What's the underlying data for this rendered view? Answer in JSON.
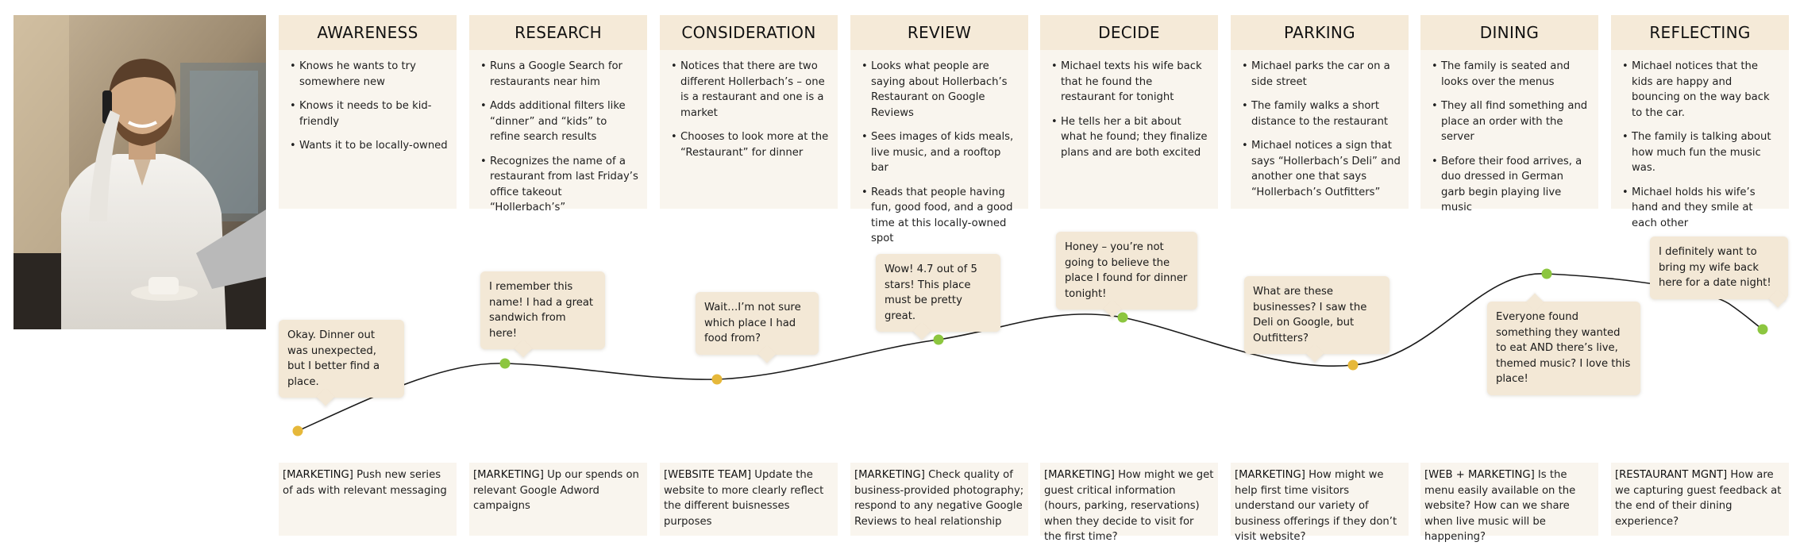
{
  "stages": [
    {
      "title": "AWARENESS",
      "points": [
        "Knows he wants to try somewhere new",
        "Knows it needs to be kid-friendly",
        "Wants it to be locally-owned"
      ]
    },
    {
      "title": "RESEARCH",
      "points": [
        " Runs a Google Search for restaurants near him",
        "Adds additional filters like “dinner” and “kids” to refine search results",
        "Recognizes the name of a restaurant from last Friday’s office takeout “Hollerbach’s”"
      ]
    },
    {
      "title": "CONSIDERATION",
      "points": [
        "Notices that there are two different Hollerbach’s – one is a restaurant and one is a market",
        "Chooses to look more at the “Restaurant” for dinner"
      ]
    },
    {
      "title": "REVIEW",
      "points": [
        "Looks what people are saying about Hollerbach’s Restaurant on Google Reviews",
        "Sees images of kids meals, live music, and a rooftop bar",
        "Reads that people having fun, good food, and a good time at this locally-owned spot"
      ]
    },
    {
      "title": "DECIDE",
      "points": [
        "Michael texts his wife back that he found the restaurant for tonight",
        "He tells her a bit about what he found; they finalize plans and are both excited"
      ]
    },
    {
      "title": "PARKING",
      "points": [
        "Michael parks the car on a side street",
        "The family walks a short distance to the restaurant",
        "Michael notices a sign that says “Hollerbach’s Deli” and another one that says “Hollerbach’s Outfitters”"
      ]
    },
    {
      "title": "DINING",
      "points": [
        "The family is seated and looks over the menus",
        "They all find something and place an order with the server",
        "Before their food arrives, a duo dressed in German garb begin playing live music"
      ]
    },
    {
      "title": "REFLECTING",
      "points": [
        "Michael notices that the kids are happy and bouncing on the way back to the car.",
        "The family is talking about how much fun the music was.",
        "Michael holds his wife’s hand and they smile at each other"
      ]
    }
  ],
  "thoughts": [
    "Okay. Dinner out was unexpected, but I better find a place.",
    "I remember this name! I had a great sandwich from here!",
    "Wait…I’m not sure which place I had food from?",
    "Wow! 4.7 out of 5 stars! This place must be pretty great.",
    "Honey – you’re not going to believe the place I found for dinner tonight!",
    "What are these businesses? I saw the Deli on Google, but Outfitters?",
    "Everyone found something they wanted to eat AND there’s live, themed music? I love this place!",
    "I definitely want to bring my wife back here for a date night!"
  ],
  "actions": [
    {
      "team": "[MARKETING]",
      "text": " Push new series of ads with relevant messaging"
    },
    {
      "team": "[MARKETING]",
      "text": " Up our spends on relevant Google Adword campaigns"
    },
    {
      "team": "[WEBSITE TEAM]",
      "text": " Update the website to more clearly reflect the different buisnesses purposes"
    },
    {
      "team": "[MARKETING]",
      "text": " Check quality of business-provided photography; respond to any negative Google Reviews to heal relationship"
    },
    {
      "team": "[MARKETING]",
      "text": " How might we get guest critical information (hours, parking, reservations) when they decide to visit for the first time?"
    },
    {
      "team": "[MARKETING]",
      "text": " How might we help first time visitors understand our variety of business offerings if they don’t visit website?"
    },
    {
      "team": "[WEB + MARKETING]",
      "text": " Is the menu easily available on the website? How can we share when live music will be happening?"
    },
    {
      "team": "[RESTAURANT MGNT]",
      "text": " How are we capturing guest feedback at the end of their dining experience?"
    }
  ],
  "emotion_levels": [
    0.0,
    0.62,
    0.53,
    0.78,
    0.96,
    0.61,
    1.15,
    0.88
  ],
  "colors": {
    "positive": "#8cc63f",
    "neutral": "#e6b83a",
    "header": "#f5ead8",
    "panel": "#f9f5ee",
    "bubble": "#f3e8d6"
  },
  "emotion_dot_colors": [
    "#e6b83a",
    "#8cc63f",
    "#e6b83a",
    "#8cc63f",
    "#8cc63f",
    "#e6b83a",
    "#8cc63f",
    "#8cc63f"
  ],
  "photo": {
    "icon": "businessman-on-phone-photo"
  }
}
